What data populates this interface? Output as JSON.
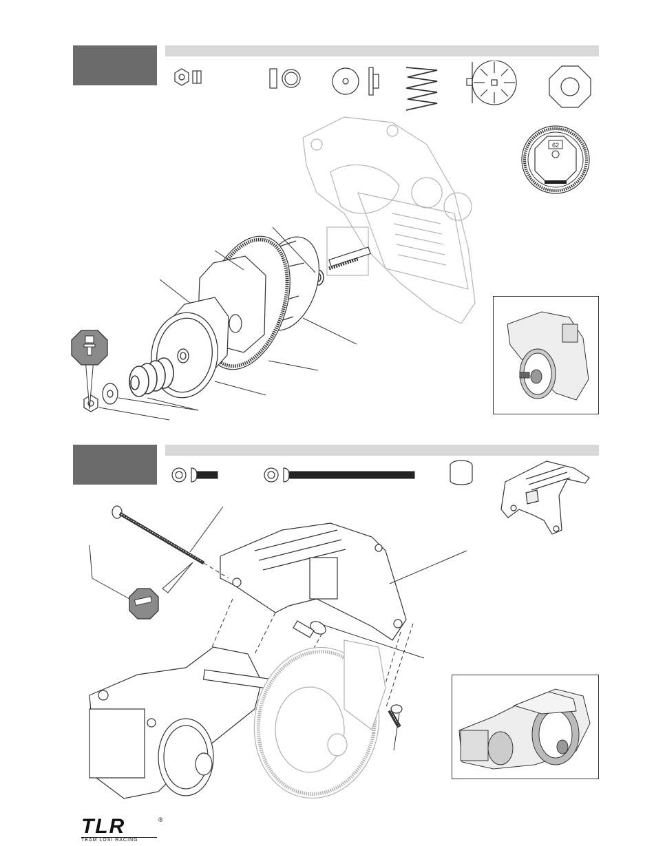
{
  "steps": [
    {
      "id": "step-a",
      "number": ""
    },
    {
      "id": "step-b",
      "number": ""
    }
  ],
  "details": {
    "gear_teeth_label": "62"
  },
  "brand": {
    "logo_text": "TLR",
    "logo_subtext": "TEAM LOSI RACING",
    "registered_mark": "®"
  },
  "colors": {
    "step_tab": "#6b6b6b",
    "step_band": "#d9d9d9",
    "line": "#333333",
    "threadlock_sign": "#8a8a8a"
  }
}
